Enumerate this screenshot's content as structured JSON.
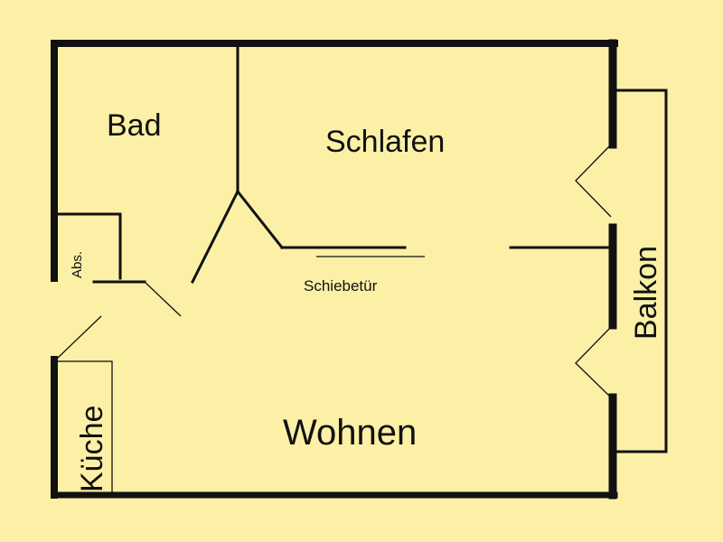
{
  "floorplan": {
    "rooms": {
      "bad": "Bad",
      "schlafen": "Schlafen",
      "wohnen": "Wohnen",
      "kueche": "Küche",
      "balkon": "Balkon",
      "abstellraum": "Abs."
    },
    "annotations": {
      "schiebetuer": "Schiebetür"
    }
  },
  "colors": {
    "background": "#fbf0a6",
    "wall": "#111111"
  }
}
